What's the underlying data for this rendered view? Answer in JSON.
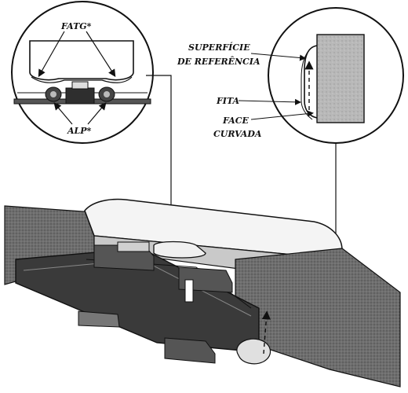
{
  "labels": {
    "fatg": "FATG*",
    "alp": "ALP*",
    "superficie_line1": "SUPERFÍCIE",
    "superficie_line2": "DE REFERÊNCIA",
    "fita": "FITA",
    "face_line1": "FACE",
    "face_line2": "CURVADA"
  },
  "colors": {
    "ink": "#111111",
    "dark_fill": "#3a3a3a",
    "mid_fill": "#8a8a8a",
    "light_fill": "#d9d9d9",
    "paper": "#ffffff"
  }
}
